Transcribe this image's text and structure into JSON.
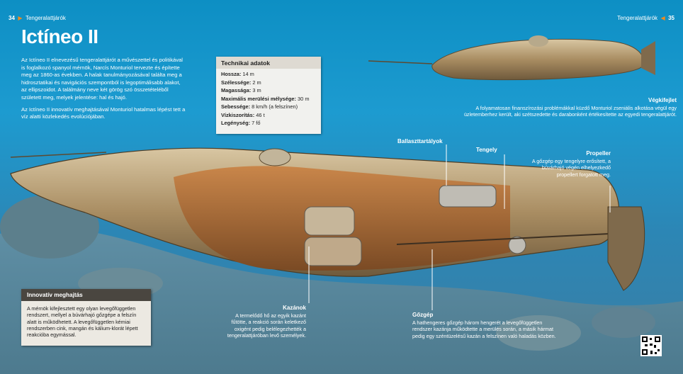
{
  "header": {
    "left_page": "34",
    "left_section": "Tengeralattjárók",
    "right_section": "Tengeralattjárók",
    "right_page": "35"
  },
  "title": "Ictíneo II",
  "intro": {
    "p1": "Az Ictíneo II elnevezésű tengeralattjárót a művészettel és politikával is foglalkozó spanyol mérnök, Narcís Monturiol tervezte és építette meg az 1860-as években. A halak tanulmányozásával találta meg a hidrosztatikai és navigációs szempontból is legoptimálisabb alakot, az ellipszoidot. A találmány neve két görög szó összetételéből született meg, melyek jelentése: hal és hajó.",
    "p2": "Az Ictíneo II innovatív meghajtásával Monturiol hatalmas lépést tett a víz alatti közlekedés evolúciójában."
  },
  "specs": {
    "title": "Technikai adatok",
    "rows": [
      {
        "k": "Hossza:",
        "v": "14 m"
      },
      {
        "k": "Szélessége:",
        "v": "2 m"
      },
      {
        "k": "Magassága:",
        "v": "3 m"
      },
      {
        "k": "Maximális merülési mélysége:",
        "v": "30 m"
      },
      {
        "k": "Sebessége:",
        "v": "8 km/h (a felszínen)"
      },
      {
        "k": "Vízkiszorítás:",
        "v": "46 t"
      },
      {
        "k": "Legénység:",
        "v": "7 fő"
      }
    ]
  },
  "vegkifejlet": {
    "label": "Végkifejlet",
    "text": "A folyamatosan finanszírozási problémákkal küzdő Monturiol zseniális alkotása végül egy üzletemberhez került, aki szétszedette és darabonként értékesítette az egyedi tengeralattjárót."
  },
  "callouts": {
    "ballaszt": "Ballaszttartályok",
    "tengely": "Tengely",
    "propeller": {
      "label": "Propeller",
      "text": "A gőzgép egy tengelyre erősített, a búvárhajó végén elhelyezkedő propellert forgatott meg."
    },
    "kazanok": {
      "label": "Kazánok",
      "text": "A termelődő hő az egyik kazánt fűtötte, a reakció során keletkező oxigént pedig belélegezhették a tengeralattjáróban levő személyek."
    },
    "gozgep": {
      "label": "Gőzgép",
      "text": "A hathengeres gőzgép három hengerét a levegőfüggetlen rendszer kazánja működtette a merülés során, a másik hármat pedig egy széntüzelésű kazán a felszínen való haladás közben."
    }
  },
  "innov": {
    "title": "Innovatív meghajtás",
    "text": "A mérnök kifejlesztett egy olyan levegőfüggetlen rendszert, mellyel a búvárhajó gőzgépe a felszín alatt is működhetett. A levegőfüggetlen kémiai rendszerben cink, mangán és kálium-klorát lépett reakcióba egymással."
  },
  "colors": {
    "accent": "#f08a1c",
    "water": "#1d9bd0"
  }
}
